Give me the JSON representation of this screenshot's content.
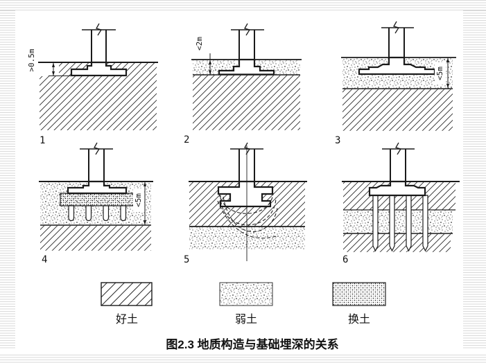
{
  "slide": {
    "background": "#ffffff",
    "stripe_color": "#d9d9d9",
    "line_color": "#1a1a1a"
  },
  "figure": {
    "caption": "图2.3  地质构造与基础埋深的关系",
    "panels": [
      {
        "label": "1",
        "dimension": ">0.5m"
      },
      {
        "label": "2",
        "dimension": "<2m"
      },
      {
        "label": "3",
        "dimension": "<5m"
      },
      {
        "label": "4",
        "dimension": "<5m"
      },
      {
        "label": "5"
      },
      {
        "label": "6"
      }
    ],
    "legend": {
      "items": [
        {
          "pattern": "diagonal-hatch",
          "label": "好土"
        },
        {
          "pattern": "stipple",
          "label": "弱土"
        },
        {
          "pattern": "dense-stipple",
          "label": "换土"
        }
      ]
    }
  }
}
